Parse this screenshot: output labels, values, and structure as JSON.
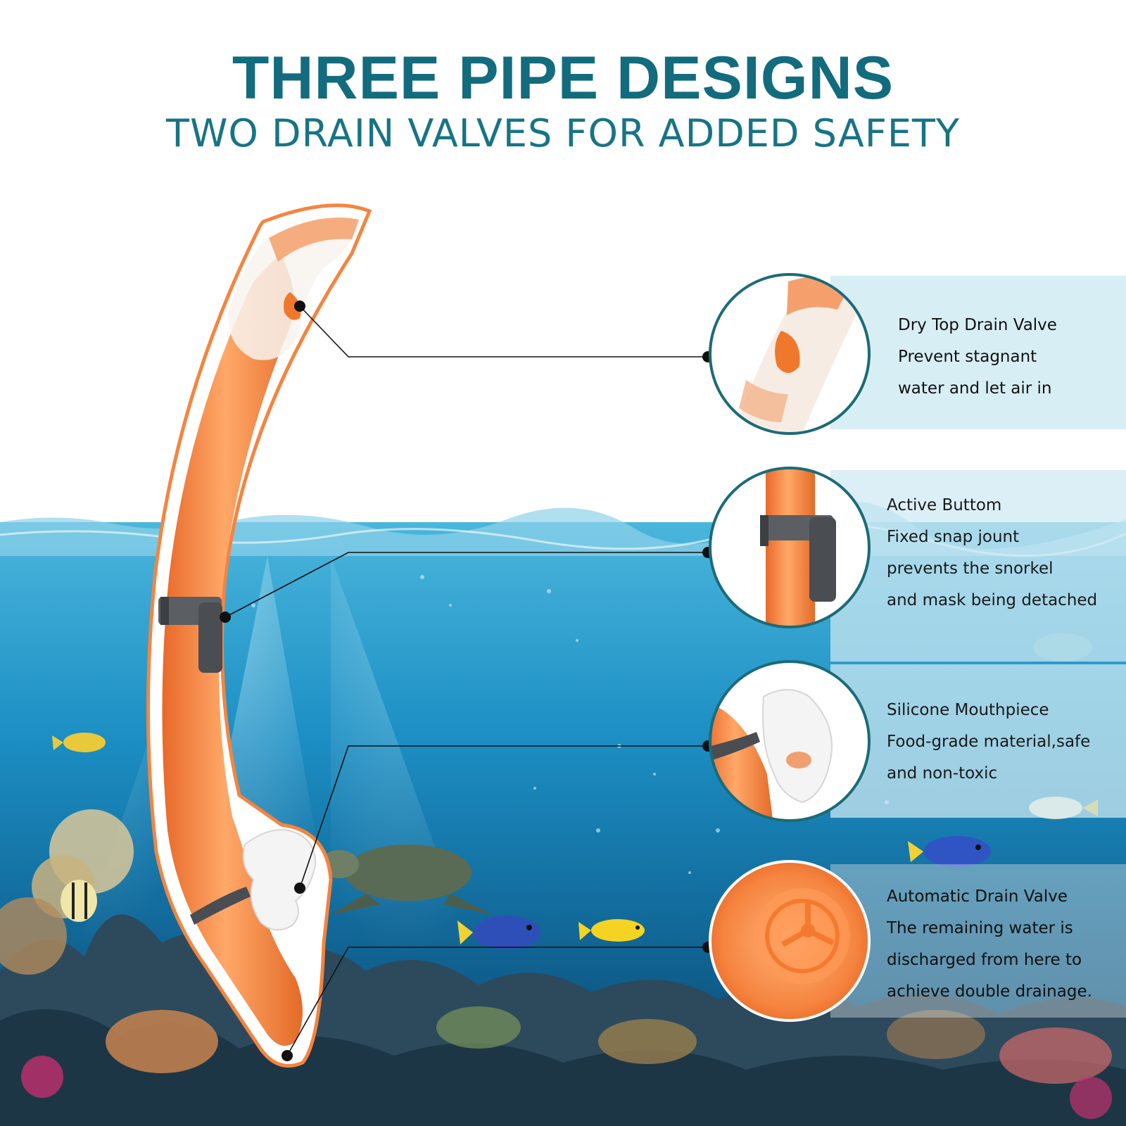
{
  "header": {
    "title": "THREE PIPE DESIGNS",
    "subtitle": "TWO DRAIN VALVES FOR ADDED SAFETY"
  },
  "features": [
    {
      "name": "Dry Top Drain Valve",
      "lines": [
        "Prevent stagnant",
        "water and let air in"
      ]
    },
    {
      "name": "Active Buttom",
      "lines": [
        "Fixed snap jount",
        "prevents the snorkel",
        "and mask being detached"
      ]
    },
    {
      "name": "Silicone Mouthpiece",
      "lines": [
        "Food-grade material,safe",
        "and non-toxic"
      ]
    },
    {
      "name": "Automatic Drain Valve",
      "lines": [
        "The remaining water is",
        "discharged from here to",
        "achieve double drainage."
      ]
    }
  ],
  "colors": {
    "title": "#136b7e",
    "snorkel": "#f5843f",
    "water": "#1e88b8",
    "panel": "#d8eef5",
    "callout_ring": "#1b6b78"
  }
}
